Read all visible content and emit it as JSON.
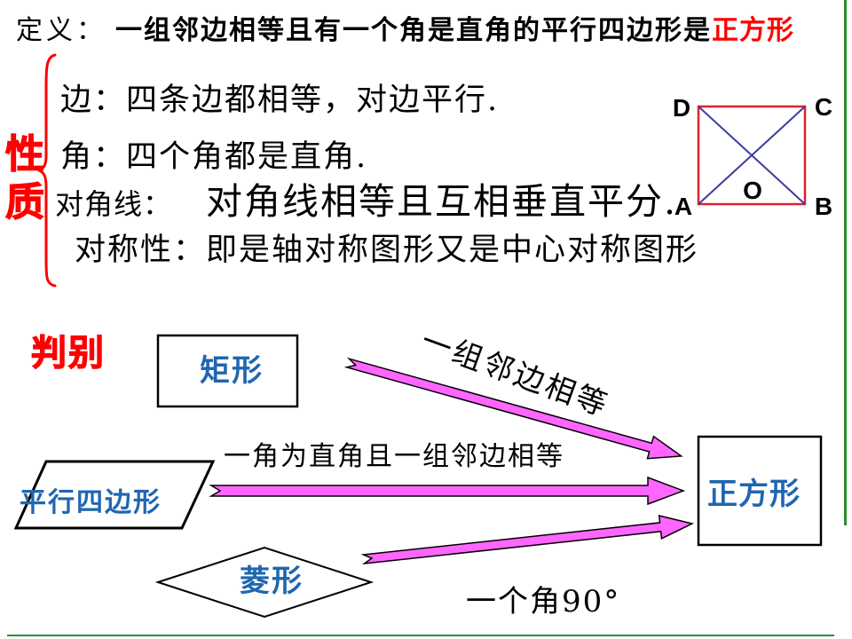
{
  "definition": {
    "label": "定义：",
    "text": "一组邻边相等且有一个角是直角的平行四边形是",
    "highlight": "正方形"
  },
  "properties": {
    "title": "性质",
    "sides": {
      "label": "边：",
      "text": "四条边都相等，对边平行."
    },
    "angles": {
      "label": "角：",
      "text": "四个角都是直角."
    },
    "diagonals": {
      "label": "对角线：",
      "text": "对角线相等且互相垂直平分."
    },
    "symmetry": {
      "label": "对称性：",
      "text": "即是轴对称图形又是中心对称图形"
    }
  },
  "square_figure": {
    "vertices": {
      "top_left": "D",
      "top_right": "C",
      "bottom_left": "A",
      "bottom_right": "B",
      "center": "O"
    }
  },
  "criteria": {
    "title": "判别",
    "shapes": {
      "rectangle": "矩形",
      "parallelogram": "平行四边形",
      "rhombus": "菱形",
      "square": "正方形"
    },
    "conditions": {
      "rectangle_to_square": "一组邻边相等",
      "parallelogram_to_square": "一角为直角且一组邻边相等",
      "rhombus_to_square": "一个角90°"
    }
  },
  "colors": {
    "text": "#000000",
    "accent_red": "#ff0000",
    "shape_label_blue": "#1f66b0",
    "arrow_fill": "#ff66ff",
    "square_outline": "#e02030",
    "diagonal": "#3c3ca0",
    "frame_green": "#2a8f2a"
  }
}
